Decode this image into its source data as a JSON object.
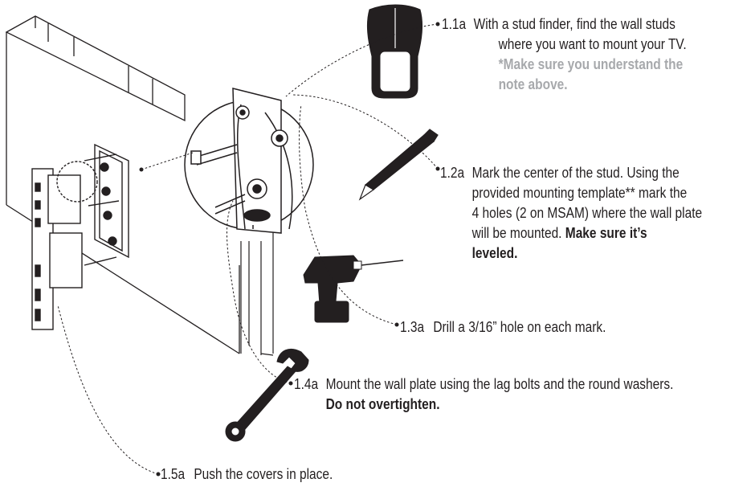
{
  "steps": [
    {
      "number": "1.1a",
      "lines": [
        "With a stud finder, find the wall studs",
        "where you want to mount your TV."
      ],
      "note_lines": [
        "*Make sure you understand the",
        "note above."
      ]
    },
    {
      "number": "1.2a",
      "lines": [
        "Mark the center of the stud. Using the",
        "provided mounting template** mark the",
        "4 holes (2 on MSAM) where the wall plate",
        "will be mounted."
      ],
      "bold_inline": "Make sure it’s",
      "bold_last": "leveled."
    },
    {
      "number": "1.3a",
      "text": "Drill a 3/16” hole on each mark."
    },
    {
      "number": "1.4a",
      "text": "Mount the wall plate using the lag bolts and the round washers.",
      "bold": "Do not overtighten."
    },
    {
      "number": "1.5a",
      "text": "Push the covers in place."
    }
  ],
  "icons": [
    "stud-finder-icon",
    "pencil-icon",
    "drill-icon",
    "wrench-icon"
  ]
}
